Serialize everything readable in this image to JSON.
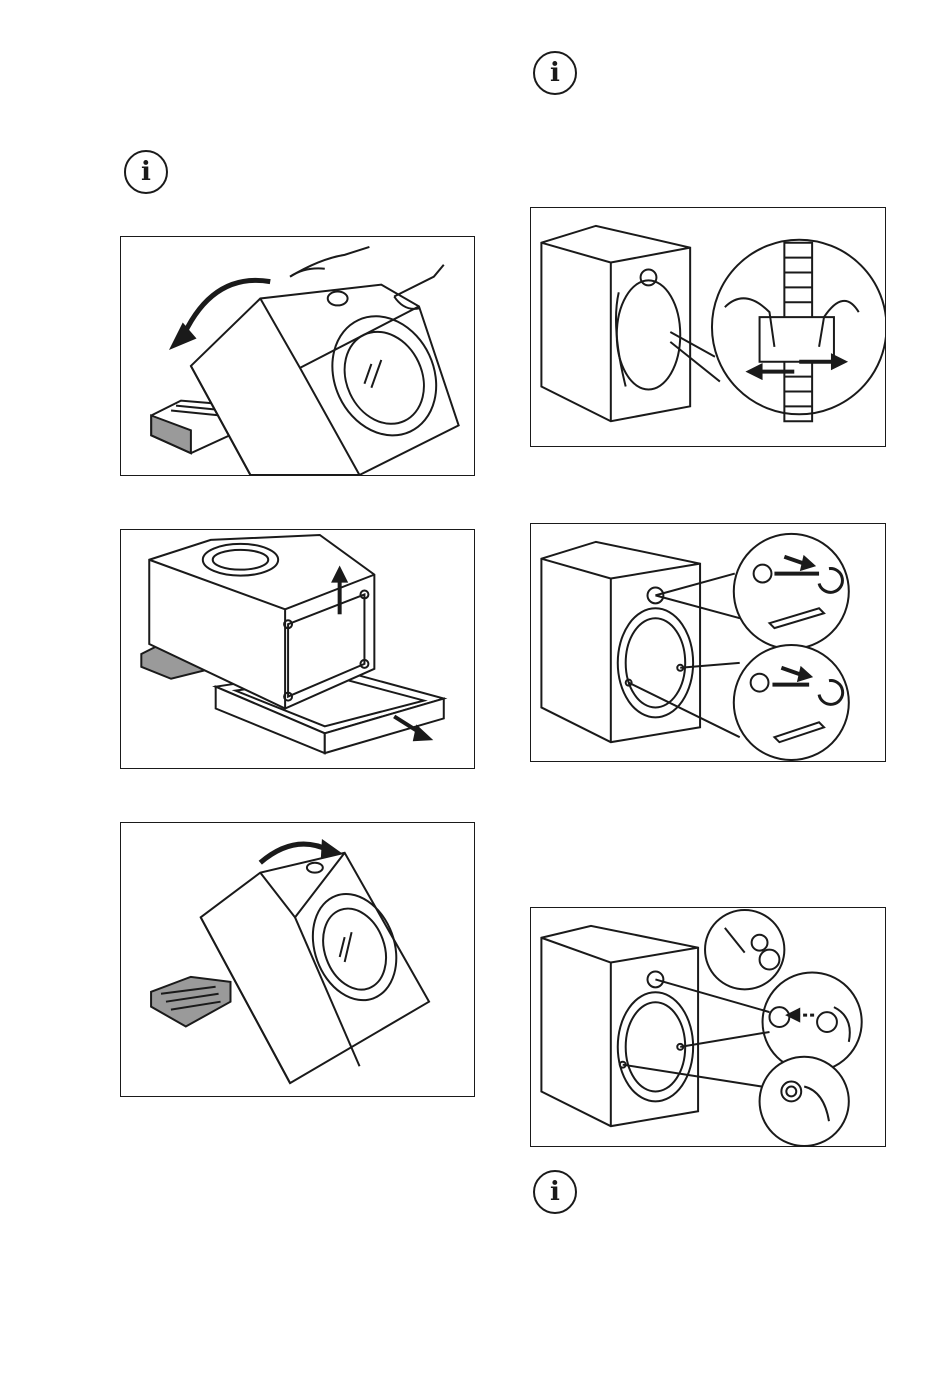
{
  "icons": {
    "glyph": "i",
    "left_note": "info-icon",
    "right_top_note": "info-icon",
    "right_bottom_note": "info-icon"
  },
  "figures": [
    {
      "id": "tilt-back",
      "depicts": "tilt-machine-backwards-onto-packaging"
    },
    {
      "id": "remove-base",
      "depicts": "remove-polystyrene-base"
    },
    {
      "id": "tilt-forward",
      "depicts": "tilt-machine-upright"
    },
    {
      "id": "remove-hose-clamp",
      "depicts": "detach-hose-and-clamp"
    },
    {
      "id": "remove-bolts",
      "depicts": "unscrew-transit-bolts"
    },
    {
      "id": "insert-caps",
      "depicts": "insert-plastic-caps"
    }
  ],
  "colors": {
    "line": "#1a1a1a",
    "shade": "#9a9a9a"
  }
}
